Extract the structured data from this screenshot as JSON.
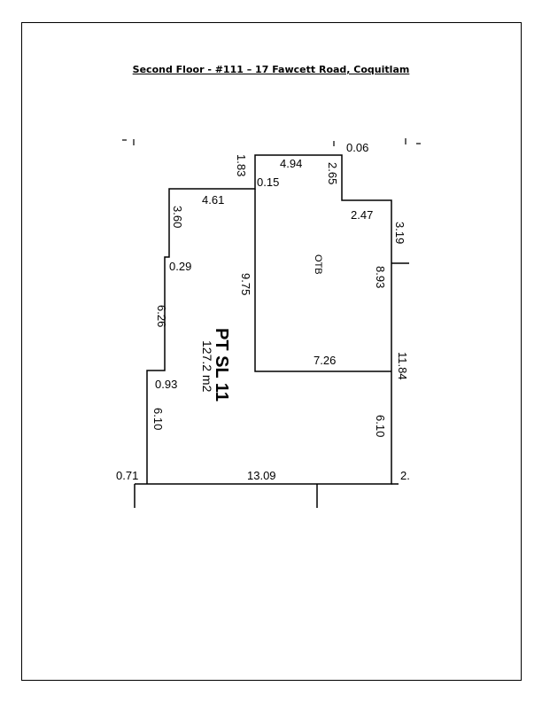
{
  "title": "Second Floor - #111 – 17 Fawcett Road, Coquitlam",
  "plan": {
    "lot_name": "PT SL 11",
    "area": "127.2 m2",
    "otb_label": "OTB",
    "dims": {
      "d_494": "4.94",
      "d_183": "1.83",
      "d_015": "0.15",
      "d_265": "2.65",
      "d_006": "0.06",
      "d_461": "4.61",
      "d_360": "3.60",
      "d_247": "2.47",
      "d_319": "3.19",
      "d_029": "0.29",
      "d_975": "9.75",
      "d_893": "8.93",
      "d_626": "6.26",
      "d_726": "7.26",
      "d_093": "0.93",
      "d_1184": "11.84",
      "d_610a": "6.10",
      "d_610b": "6.10",
      "d_071": "0.71",
      "d_1309": "13.09",
      "d_2": "2."
    }
  }
}
